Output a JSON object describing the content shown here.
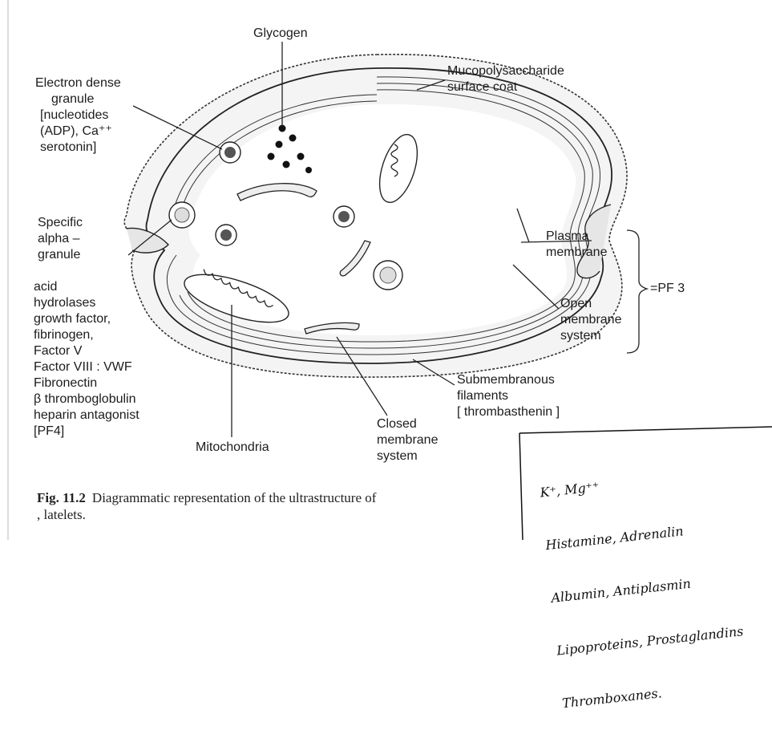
{
  "labels": {
    "glycogen": "Glycogen",
    "mucopoly": [
      "Mucopolysaccharide",
      "surface coat"
    ],
    "electron_dense": [
      "Electron dense",
      "granule",
      "[nucleotides",
      "(ADP), Ca⁺⁺",
      "serotonin]"
    ],
    "specific_alpha": [
      "Specific",
      "alpha –",
      "granule"
    ],
    "alpha_contents": [
      "acid",
      "hydrolases",
      "growth factor,",
      "fibrinogen,",
      "Factor V",
      "Factor VIII : VWF",
      "Fibronectin",
      "β thromboglobulin",
      "heparin antagonist",
      "[PF4]"
    ],
    "plasma_membrane": [
      "Plasma",
      "membrane"
    ],
    "open_membrane": [
      "Open",
      "membrane",
      "system"
    ],
    "pf3": "=PF 3",
    "submembranous": [
      "Submembranous",
      "filaments",
      "[ thrombasthenin ]"
    ],
    "closed_membrane": [
      "Closed",
      "membrane",
      "system"
    ],
    "mitochondria": "Mitochondria"
  },
  "caption": {
    "fig": "Fig. 11.2",
    "text": "Diagrammatic representation of the ultrastructure of",
    "text2": ", latelets."
  },
  "handwritten_note": [
    "K⁺, Mg⁺⁺",
    "Histamine, Adrenalin",
    "Albumin, Antiplasmin",
    "Lipoproteins, Prostaglandins",
    "Thromboxanes."
  ]
}
